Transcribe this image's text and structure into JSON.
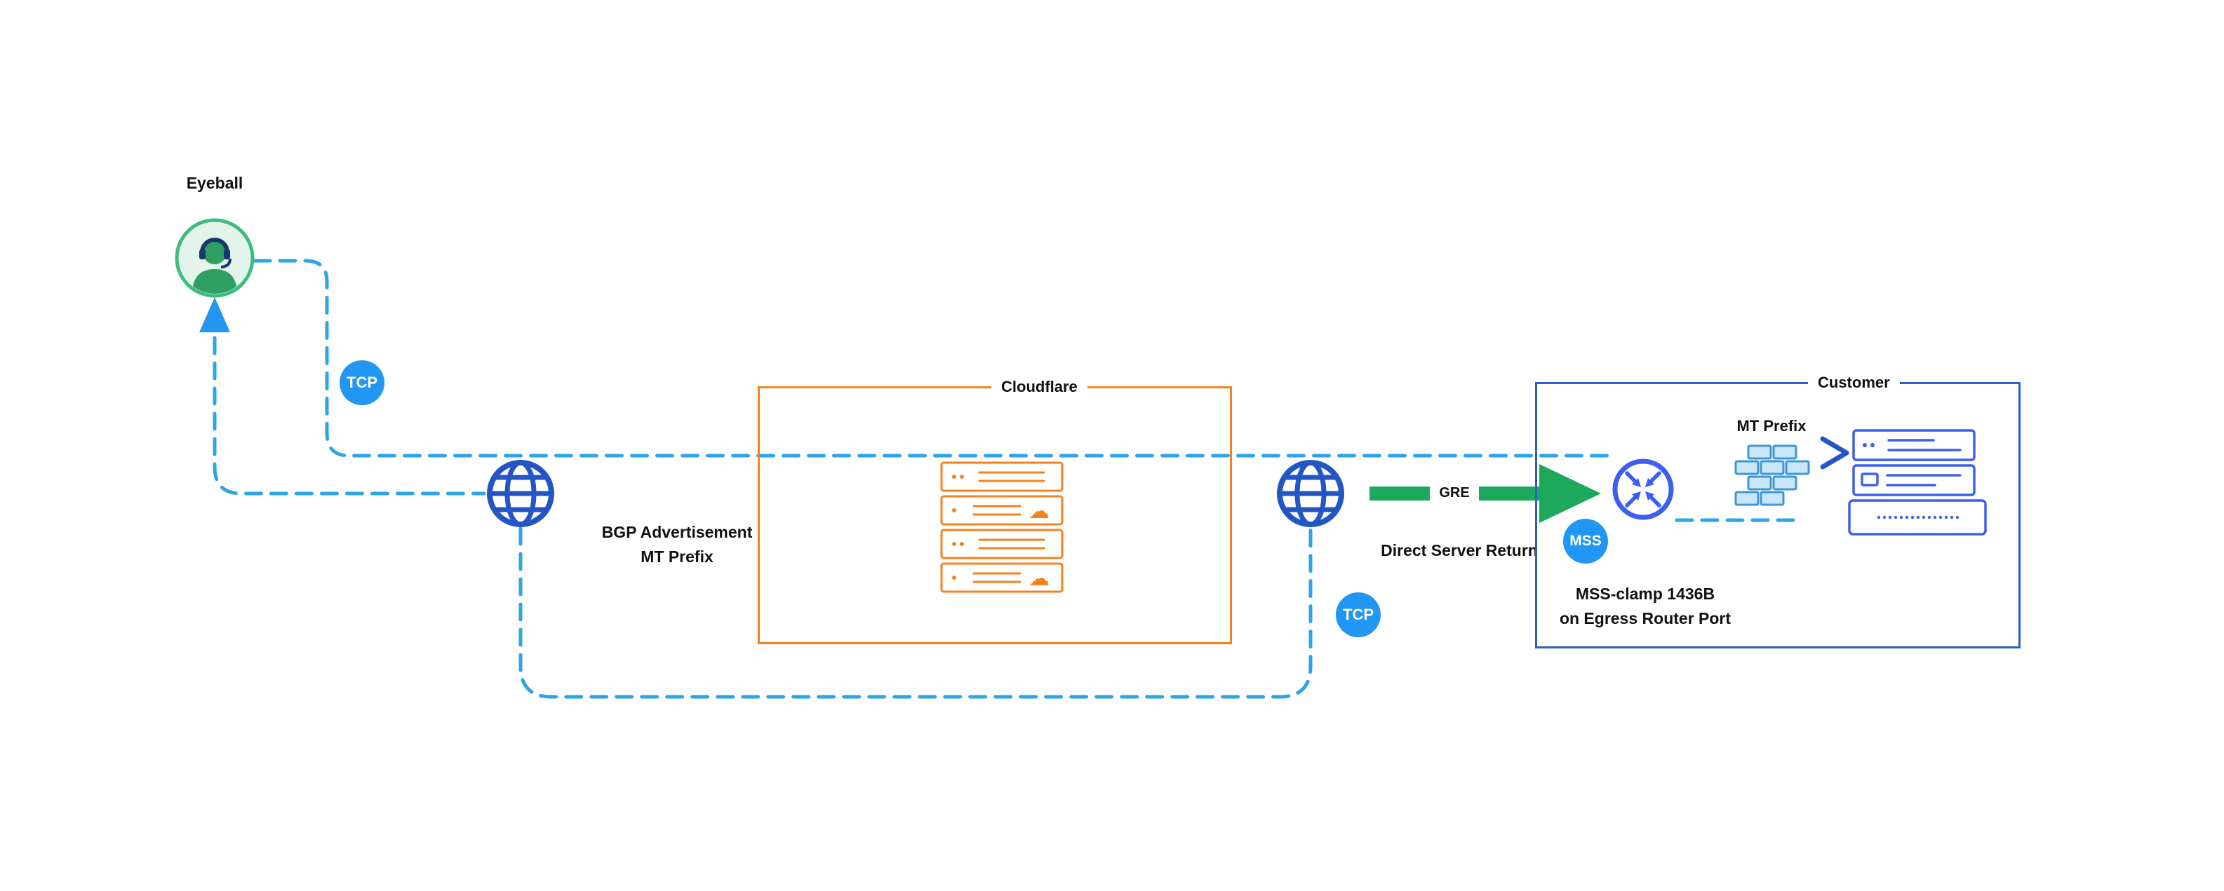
{
  "diagram": {
    "labels": {
      "eyeball": "Eyeball",
      "bgp_line1": "BGP Advertisement",
      "bgp_line2": "MT Prefix",
      "cloudflare_box": "Cloudflare",
      "customer_box": "Customer",
      "gre": "GRE",
      "direct_server_return": "Direct Server Return",
      "mt_prefix": "MT Prefix",
      "mss_clamp_line1": "MSS-clamp 1436B",
      "mss_clamp_line2": "on Egress Router Port"
    },
    "badges": {
      "tcp_left": "TCP",
      "tcp_right": "TCP",
      "mss": "MSS"
    },
    "icons": {
      "cloud": "☁"
    },
    "colors": {
      "dashed_line_blue": "#2DA3E8",
      "badge_blue": "#2196F3",
      "globe_blue": "#2355C4",
      "customer_border_blue": "#2B5FC6",
      "device_blue": "#3D5FEF",
      "cloudflare_orange": "#F6821F",
      "gre_arrow_green": "#1EA85C",
      "eyeball_green": "#3DBD7D",
      "headset_navy": "#15376B"
    }
  }
}
